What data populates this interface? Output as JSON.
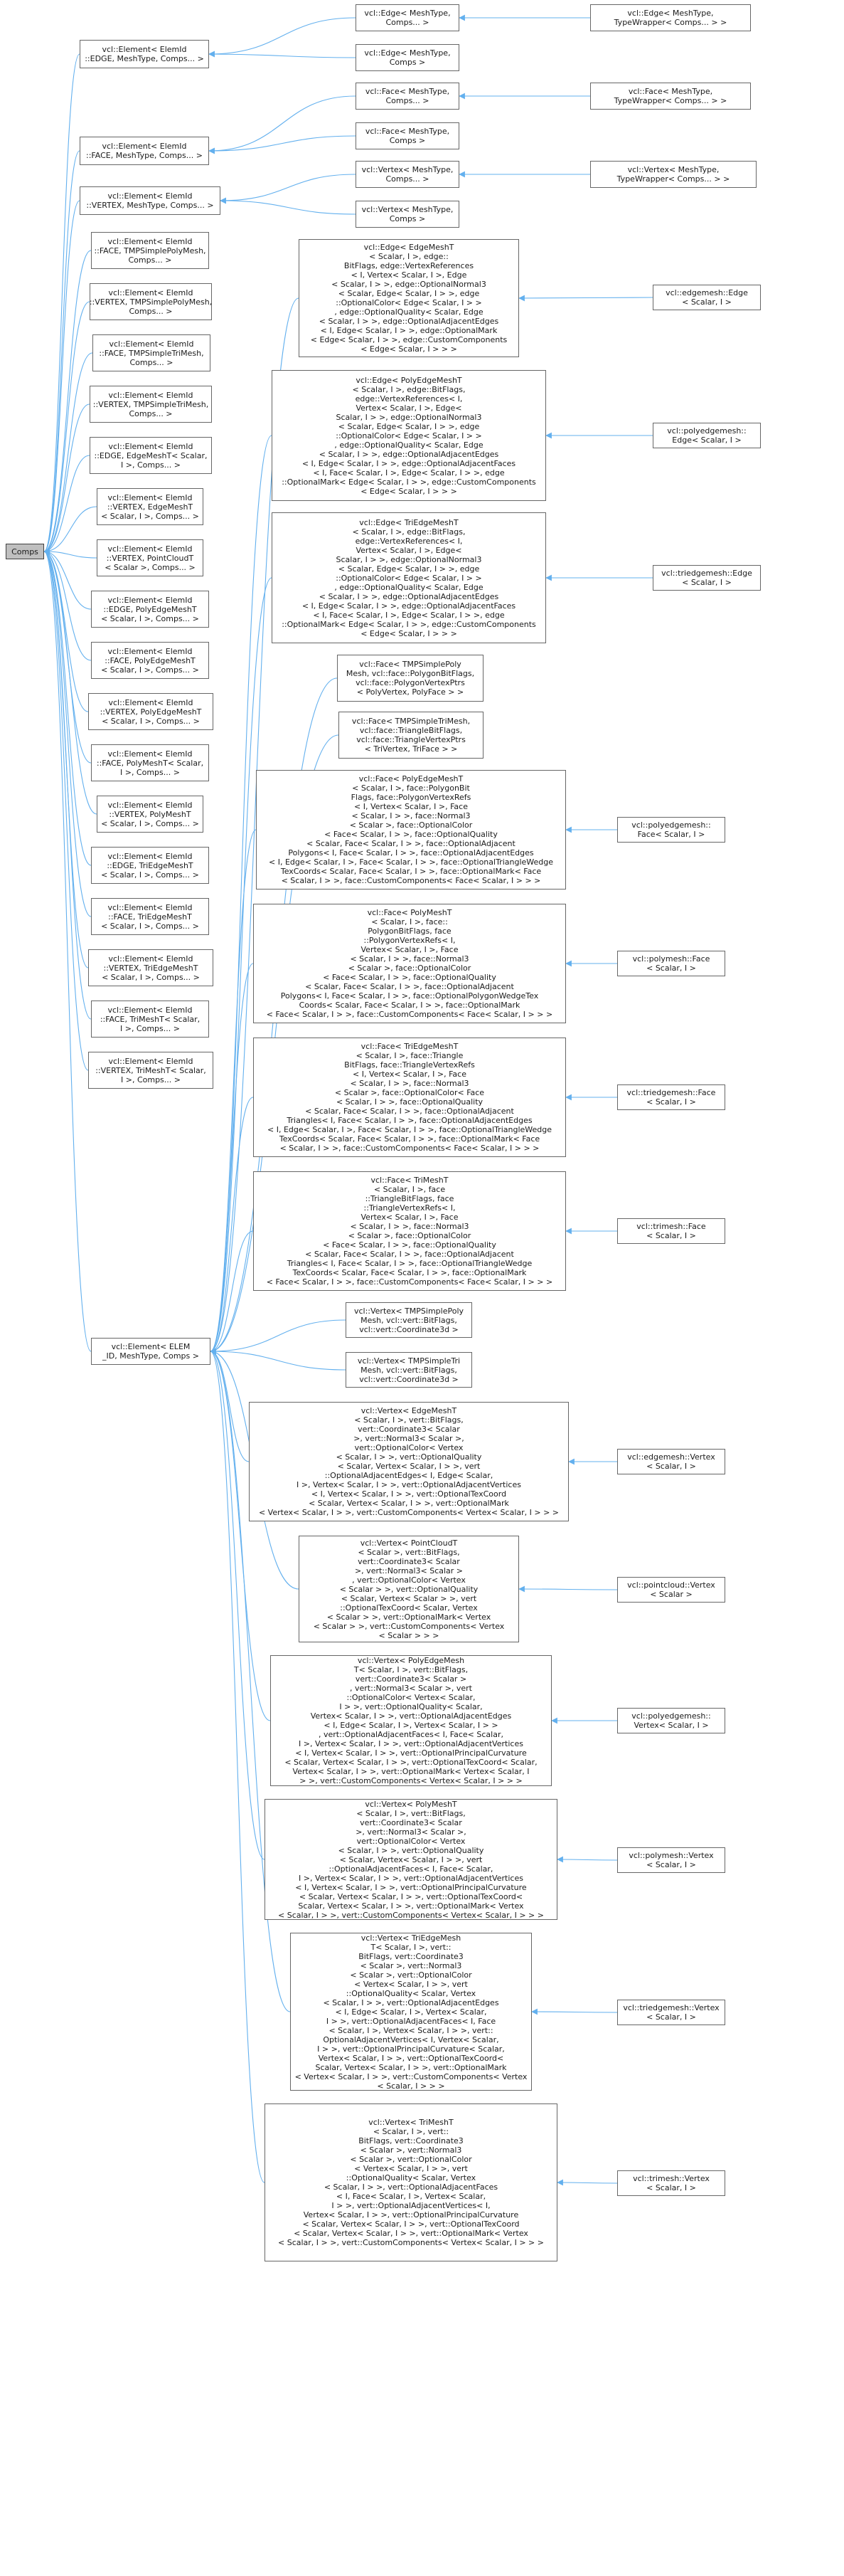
{
  "diagram": {
    "edge_color": "#63b0ee",
    "root_fill": "#bfbfbf",
    "node_border": "#666666",
    "nodes": [
      {
        "id": "comps",
        "label": "Comps"
      },
      {
        "id": "e_edge",
        "label": "vcl::Element< ElemId\n::EDGE, MeshType, Comps... >"
      },
      {
        "id": "e_face",
        "label": "vcl::Element< ElemId\n::FACE, MeshType, Comps... >"
      },
      {
        "id": "e_vertex",
        "label": "vcl::Element< ElemId\n::VERTEX, MeshType, Comps... >"
      },
      {
        "id": "e_face_tmpspm",
        "label": "vcl::Element< ElemId\n::FACE, TMPSimplePolyMesh,\nComps... >"
      },
      {
        "id": "e_vertex_tmpspm",
        "label": "vcl::Element< ElemId\n::VERTEX, TMPSimplePolyMesh,\nComps... >"
      },
      {
        "id": "e_face_tmpstm",
        "label": "vcl::Element< ElemId\n::FACE, TMPSimpleTriMesh,\nComps... >"
      },
      {
        "id": "e_vertex_tmpstm",
        "label": "vcl::Element< ElemId\n::VERTEX, TMPSimpleTriMesh,\nComps... >"
      },
      {
        "id": "e_edge_em",
        "label": "vcl::Element< ElemId\n::EDGE, EdgeMeshT< Scalar,\nI >, Comps... >"
      },
      {
        "id": "e_vertex_em",
        "label": "vcl::Element< ElemId\n::VERTEX, EdgeMeshT\n< Scalar, I >, Comps... >"
      },
      {
        "id": "e_vertex_pc",
        "label": "vcl::Element< ElemId\n::VERTEX, PointCloudT\n< Scalar >, Comps... >"
      },
      {
        "id": "e_edge_pem",
        "label": "vcl::Element< ElemId\n::EDGE, PolyEdgeMeshT\n< Scalar, I >, Comps... >"
      },
      {
        "id": "e_face_pem",
        "label": "vcl::Element< ElemId\n::FACE, PolyEdgeMeshT\n< Scalar, I >, Comps... >"
      },
      {
        "id": "e_vertex_pem",
        "label": "vcl::Element< ElemId\n::VERTEX, PolyEdgeMeshT\n< Scalar, I >, Comps... >"
      },
      {
        "id": "e_face_pm",
        "label": "vcl::Element< ElemId\n::FACE, PolyMeshT< Scalar,\nI >, Comps... >"
      },
      {
        "id": "e_vertex_pm",
        "label": "vcl::Element< ElemId\n::VERTEX, PolyMeshT\n< Scalar, I >, Comps... >"
      },
      {
        "id": "e_edge_tem",
        "label": "vcl::Element< ElemId\n::EDGE, TriEdgeMeshT\n< Scalar, I >, Comps... >"
      },
      {
        "id": "e_face_tem",
        "label": "vcl::Element< ElemId\n::FACE, TriEdgeMeshT\n< Scalar, I >, Comps... >"
      },
      {
        "id": "e_vertex_tem",
        "label": "vcl::Element< ElemId\n::VERTEX, TriEdgeMeshT\n< Scalar, I >, Comps... >"
      },
      {
        "id": "e_face_tm",
        "label": "vcl::Element< ElemId\n::FACE, TriMeshT< Scalar,\nI >, Comps... >"
      },
      {
        "id": "e_vertex_tm",
        "label": "vcl::Element< ElemId\n::VERTEX, TriMeshT< Scalar,\nI >, Comps... >"
      },
      {
        "id": "e_elem",
        "label": "vcl::Element< ELEM\n_ID, MeshType, Comps >"
      },
      {
        "id": "edge_mtc",
        "label": "vcl::Edge< MeshType,\nComps... >"
      },
      {
        "id": "edge_mtc2",
        "label": "vcl::Edge< MeshType,\nComps >"
      },
      {
        "id": "edge_tw",
        "label": "vcl::Edge< MeshType,\nTypeWrapper< Comps... > >"
      },
      {
        "id": "face_mtc",
        "label": "vcl::Face< MeshType,\nComps... >"
      },
      {
        "id": "face_mtc2",
        "label": "vcl::Face< MeshType,\nComps >"
      },
      {
        "id": "face_tw",
        "label": "vcl::Face< MeshType,\nTypeWrapper< Comps... > >"
      },
      {
        "id": "vertex_mtc",
        "label": "vcl::Vertex< MeshType,\nComps... >"
      },
      {
        "id": "vertex_mtc2",
        "label": "vcl::Vertex< MeshType,\nComps >"
      },
      {
        "id": "vertex_tw",
        "label": "vcl::Vertex< MeshType,\nTypeWrapper< Comps... > >"
      },
      {
        "id": "edge_em",
        "label": "vcl::Edge< EdgeMeshT\n< Scalar, I >, edge::\nBitFlags, edge::VertexReferences\n< I, Vertex< Scalar, I >, Edge\n< Scalar, I > >, edge::OptionalNormal3\n< Scalar, Edge< Scalar, I > >, edge\n::OptionalColor< Edge< Scalar, I > >\n, edge::OptionalQuality< Scalar, Edge\n< Scalar, I > >, edge::OptionalAdjacentEdges\n< I, Edge< Scalar, I > >, edge::OptionalMark\n< Edge< Scalar, I > >, edge::CustomComponents\n< Edge< Scalar, I > > >"
      },
      {
        "id": "edgemesh_edge",
        "label": "vcl::edgemesh::Edge\n< Scalar, I >"
      },
      {
        "id": "edge_pem",
        "label": "vcl::Edge< PolyEdgeMeshT\n< Scalar, I >, edge::BitFlags,\nedge::VertexReferences< I,\nVertex< Scalar, I >, Edge<\nScalar, I > >, edge::OptionalNormal3\n< Scalar, Edge< Scalar, I > >, edge\n::OptionalColor< Edge< Scalar, I > >\n, edge::OptionalQuality< Scalar, Edge\n< Scalar, I > >, edge::OptionalAdjacentEdges\n< I, Edge< Scalar, I > >, edge::OptionalAdjacentFaces\n< I, Face< Scalar, I >, Edge< Scalar, I > >, edge\n::OptionalMark< Edge< Scalar, I > >, edge::CustomComponents\n< Edge< Scalar, I > > >"
      },
      {
        "id": "polyedgemesh_edge",
        "label": "vcl::polyedgemesh::\nEdge< Scalar, I >"
      },
      {
        "id": "edge_tem",
        "label": "vcl::Edge< TriEdgeMeshT\n< Scalar, I >, edge::BitFlags,\nedge::VertexReferences< I,\nVertex< Scalar, I >, Edge<\nScalar, I > >, edge::OptionalNormal3\n< Scalar, Edge< Scalar, I > >, edge\n::OptionalColor< Edge< Scalar, I > >\n, edge::OptionalQuality< Scalar, Edge\n< Scalar, I > >, edge::OptionalAdjacentEdges\n< I, Edge< Scalar, I > >, edge::OptionalAdjacentFaces\n< I, Face< Scalar, I >, Edge< Scalar, I > >, edge\n::OptionalMark< Edge< Scalar, I > >, edge::CustomComponents\n< Edge< Scalar, I > > >"
      },
      {
        "id": "triedgemesh_edge",
        "label": "vcl::triedgemesh::Edge\n< Scalar, I >"
      },
      {
        "id": "face_tmpspm",
        "label": "vcl::Face< TMPSimplePoly\nMesh, vcl::face::PolygonBitFlags,\nvcl::face::PolygonVertexPtrs\n< PolyVertex, PolyFace > >"
      },
      {
        "id": "face_tmpstm",
        "label": "vcl::Face< TMPSimpleTriMesh,\nvcl::face::TriangleBitFlags,\nvcl::face::TriangleVertexPtrs\n< TriVertex, TriFace > >"
      },
      {
        "id": "face_pem",
        "label": "vcl::Face< PolyEdgeMeshT\n< Scalar, I >, face::PolygonBit\nFlags, face::PolygonVertexRefs\n< I, Vertex< Scalar, I >, Face\n< Scalar, I > >, face::Normal3\n< Scalar >, face::OptionalColor\n< Face< Scalar, I > >, face::OptionalQuality\n< Scalar, Face< Scalar, I > >, face::OptionalAdjacent\nPolygons< I, Face< Scalar, I > >, face::OptionalAdjacentEdges\n< I, Edge< Scalar, I >, Face< Scalar, I > >, face::OptionalTriangleWedge\nTexCoords< Scalar, Face< Scalar, I > >, face::OptionalMark< Face\n< Scalar, I > >, face::CustomComponents< Face< Scalar, I > > >"
      },
      {
        "id": "polyedgemesh_face",
        "label": "vcl::polyedgemesh::\nFace< Scalar, I >"
      },
      {
        "id": "face_pm",
        "label": "vcl::Face< PolyMeshT\n< Scalar, I >, face::\nPolygonBitFlags, face\n::PolygonVertexRefs< I,\nVertex< Scalar, I >, Face\n< Scalar, I > >, face::Normal3\n< Scalar >, face::OptionalColor\n< Face< Scalar, I > >, face::OptionalQuality\n< Scalar, Face< Scalar, I > >, face::OptionalAdjacent\nPolygons< I, Face< Scalar, I > >, face::OptionalPolygonWedgeTex\nCoords< Scalar, Face< Scalar, I > >, face::OptionalMark\n< Face< Scalar, I > >, face::CustomComponents< Face< Scalar, I > > >"
      },
      {
        "id": "polymesh_face",
        "label": "vcl::polymesh::Face\n< Scalar, I >"
      },
      {
        "id": "face_tem",
        "label": "vcl::Face< TriEdgeMeshT\n< Scalar, I >, face::Triangle\nBitFlags, face::TriangleVertexRefs\n< I, Vertex< Scalar, I >, Face\n< Scalar, I > >, face::Normal3\n< Scalar >, face::OptionalColor< Face\n< Scalar, I > >, face::OptionalQuality\n< Scalar, Face< Scalar, I > >, face::OptionalAdjacent\nTriangles< I, Face< Scalar, I > >, face::OptionalAdjacentEdges\n< I, Edge< Scalar, I >, Face< Scalar, I > >, face::OptionalTriangleWedge\nTexCoords< Scalar, Face< Scalar, I > >, face::OptionalMark< Face\n< Scalar, I > >, face::CustomComponents< Face< Scalar, I > > >"
      },
      {
        "id": "triedgemesh_face",
        "label": "vcl::triedgemesh::Face\n< Scalar, I >"
      },
      {
        "id": "face_tm",
        "label": "vcl::Face< TriMeshT\n< Scalar, I >, face\n::TriangleBitFlags, face\n::TriangleVertexRefs< I,\nVertex< Scalar, I >, Face\n< Scalar, I > >, face::Normal3\n< Scalar >, face::OptionalColor\n< Face< Scalar, I > >, face::OptionalQuality\n< Scalar, Face< Scalar, I > >, face::OptionalAdjacent\nTriangles< I, Face< Scalar, I > >, face::OptionalTriangleWedge\nTexCoords< Scalar, Face< Scalar, I > >, face::OptionalMark\n< Face< Scalar, I > >, face::CustomComponents< Face< Scalar, I > > >"
      },
      {
        "id": "trimesh_face",
        "label": "vcl::trimesh::Face\n< Scalar, I >"
      },
      {
        "id": "vertex_tmpspm",
        "label": "vcl::Vertex< TMPSimplePoly\nMesh, vcl::vert::BitFlags,\nvcl::vert::Coordinate3d >"
      },
      {
        "id": "vertex_tmpstm",
        "label": "vcl::Vertex< TMPSimpleTri\nMesh, vcl::vert::BitFlags,\nvcl::vert::Coordinate3d >"
      },
      {
        "id": "vertex_em",
        "label": "vcl::Vertex< EdgeMeshT\n< Scalar, I >, vert::BitFlags,\nvert::Coordinate3< Scalar\n>, vert::Normal3< Scalar >,\nvert::OptionalColor< Vertex\n< Scalar, I > >, vert::OptionalQuality\n< Scalar, Vertex< Scalar, I > >, vert\n::OptionalAdjacentEdges< I, Edge< Scalar,\nI >, Vertex< Scalar, I > >, vert::OptionalAdjacentVertices\n< I, Vertex< Scalar, I > >, vert::OptionalTexCoord\n< Scalar, Vertex< Scalar, I > >, vert::OptionalMark\n< Vertex< Scalar, I > >, vert::CustomComponents< Vertex< Scalar, I > > >"
      },
      {
        "id": "edgemesh_vertex",
        "label": "vcl::edgemesh::Vertex\n< Scalar, I >"
      },
      {
        "id": "vertex_pc",
        "label": "vcl::Vertex< PointCloudT\n< Scalar >, vert::BitFlags,\nvert::Coordinate3< Scalar\n>, vert::Normal3< Scalar >\n, vert::OptionalColor< Vertex\n< Scalar > >, vert::OptionalQuality\n< Scalar, Vertex< Scalar > >, vert\n::OptionalTexCoord< Scalar, Vertex\n< Scalar > >, vert::OptionalMark< Vertex\n< Scalar > >, vert::CustomComponents< Vertex\n< Scalar > > >"
      },
      {
        "id": "pointcloud_vertex",
        "label": "vcl::pointcloud::Vertex\n< Scalar >"
      },
      {
        "id": "vertex_pem",
        "label": "vcl::Vertex< PolyEdgeMesh\nT< Scalar, I >, vert::BitFlags,\nvert::Coordinate3< Scalar >\n, vert::Normal3< Scalar >, vert\n::OptionalColor< Vertex< Scalar,\nI > >, vert::OptionalQuality< Scalar,\nVertex< Scalar, I > >, vert::OptionalAdjacentEdges\n< I, Edge< Scalar, I >, Vertex< Scalar, I > >\n, vert::OptionalAdjacentFaces< I, Face< Scalar,\nI >, Vertex< Scalar, I > >, vert::OptionalAdjacentVertices\n< I, Vertex< Scalar, I > >, vert::OptionalPrincipalCurvature\n< Scalar, Vertex< Scalar, I > >, vert::OptionalTexCoord< Scalar,\nVertex< Scalar, I > >, vert::OptionalMark< Vertex< Scalar, I\n> >, vert::CustomComponents< Vertex< Scalar, I > > >"
      },
      {
        "id": "polyedgemesh_vertex",
        "label": "vcl::polyedgemesh::\nVertex< Scalar, I >"
      },
      {
        "id": "vertex_pm",
        "label": "vcl::Vertex< PolyMeshT\n< Scalar, I >, vert::BitFlags,\nvert::Coordinate3< Scalar\n>, vert::Normal3< Scalar >,\nvert::OptionalColor< Vertex\n< Scalar, I > >, vert::OptionalQuality\n< Scalar, Vertex< Scalar, I > >, vert\n::OptionalAdjacentFaces< I, Face< Scalar,\nI >, Vertex< Scalar, I > >, vert::OptionalAdjacentVertices\n< I, Vertex< Scalar, I > >, vert::OptionalPrincipalCurvature\n< Scalar, Vertex< Scalar, I > >, vert::OptionalTexCoord<\nScalar, Vertex< Scalar, I > >, vert::OptionalMark< Vertex\n< Scalar, I > >, vert::CustomComponents< Vertex< Scalar, I > > >"
      },
      {
        "id": "polymesh_vertex",
        "label": "vcl::polymesh::Vertex\n< Scalar, I >"
      },
      {
        "id": "vertex_tem",
        "label": "vcl::Vertex< TriEdgeMesh\nT< Scalar, I >, vert::\nBitFlags, vert::Coordinate3\n< Scalar >, vert::Normal3\n< Scalar >, vert::OptionalColor\n< Vertex< Scalar, I > >, vert\n::OptionalQuality< Scalar, Vertex\n< Scalar, I > >, vert::OptionalAdjacentEdges\n< I, Edge< Scalar, I >, Vertex< Scalar,\nI > >, vert::OptionalAdjacentFaces< I, Face\n< Scalar, I >, Vertex< Scalar, I > >, vert::\nOptionalAdjacentVertices< I, Vertex< Scalar,\nI > >, vert::OptionalPrincipalCurvature< Scalar,\nVertex< Scalar, I > >, vert::OptionalTexCoord<\nScalar, Vertex< Scalar, I > >, vert::OptionalMark\n< Vertex< Scalar, I > >, vert::CustomComponents< Vertex\n< Scalar, I > > >"
      },
      {
        "id": "triedgemesh_vertex",
        "label": "vcl::triedgemesh::Vertex\n< Scalar, I >"
      },
      {
        "id": "vertex_tm",
        "label": "vcl::Vertex< TriMeshT\n< Scalar, I >, vert::\nBitFlags, vert::Coordinate3\n< Scalar >, vert::Normal3\n< Scalar >, vert::OptionalColor\n< Vertex< Scalar, I > >, vert\n::OptionalQuality< Scalar, Vertex\n< Scalar, I > >, vert::OptionalAdjacentFaces\n< I, Face< Scalar, I >, Vertex< Scalar,\nI > >, vert::OptionalAdjacentVertices< I,\nVertex< Scalar, I > >, vert::OptionalPrincipalCurvature\n< Scalar, Vertex< Scalar, I > >, vert::OptionalTexCoord\n< Scalar, Vertex< Scalar, I > >, vert::OptionalMark< Vertex\n< Scalar, I > >, vert::CustomComponents< Vertex< Scalar, I > > >"
      },
      {
        "id": "trimesh_vertex",
        "label": "vcl::trimesh::Vertex\n< Scalar, I >"
      }
    ],
    "edges": [
      [
        "comps",
        "e_edge"
      ],
      [
        "comps",
        "e_face"
      ],
      [
        "comps",
        "e_vertex"
      ],
      [
        "comps",
        "e_face_tmpspm"
      ],
      [
        "comps",
        "e_vertex_tmpspm"
      ],
      [
        "comps",
        "e_face_tmpstm"
      ],
      [
        "comps",
        "e_vertex_tmpstm"
      ],
      [
        "comps",
        "e_edge_em"
      ],
      [
        "comps",
        "e_vertex_em"
      ],
      [
        "comps",
        "e_vertex_pc"
      ],
      [
        "comps",
        "e_edge_pem"
      ],
      [
        "comps",
        "e_face_pem"
      ],
      [
        "comps",
        "e_vertex_pem"
      ],
      [
        "comps",
        "e_face_pm"
      ],
      [
        "comps",
        "e_vertex_pm"
      ],
      [
        "comps",
        "e_edge_tem"
      ],
      [
        "comps",
        "e_face_tem"
      ],
      [
        "comps",
        "e_vertex_tem"
      ],
      [
        "comps",
        "e_face_tm"
      ],
      [
        "comps",
        "e_vertex_tm"
      ],
      [
        "comps",
        "e_elem"
      ],
      [
        "e_edge",
        "edge_mtc"
      ],
      [
        "e_edge",
        "edge_mtc2"
      ],
      [
        "edge_mtc",
        "edge_tw"
      ],
      [
        "e_face",
        "face_mtc"
      ],
      [
        "e_face",
        "face_mtc2"
      ],
      [
        "face_mtc",
        "face_tw"
      ],
      [
        "e_vertex",
        "vertex_mtc"
      ],
      [
        "e_vertex",
        "vertex_mtc2"
      ],
      [
        "vertex_mtc",
        "vertex_tw"
      ],
      [
        "e_elem",
        "edge_em"
      ],
      [
        "e_elem",
        "edge_pem"
      ],
      [
        "e_elem",
        "edge_tem"
      ],
      [
        "e_elem",
        "face_tmpspm"
      ],
      [
        "e_elem",
        "face_tmpstm"
      ],
      [
        "e_elem",
        "face_pem"
      ],
      [
        "e_elem",
        "face_pm"
      ],
      [
        "e_elem",
        "face_tem"
      ],
      [
        "e_elem",
        "face_tm"
      ],
      [
        "e_elem",
        "vertex_tmpspm"
      ],
      [
        "e_elem",
        "vertex_tmpstm"
      ],
      [
        "e_elem",
        "vertex_em"
      ],
      [
        "e_elem",
        "vertex_pc"
      ],
      [
        "e_elem",
        "vertex_pem"
      ],
      [
        "e_elem",
        "vertex_pm"
      ],
      [
        "e_elem",
        "vertex_tem"
      ],
      [
        "e_elem",
        "vertex_tm"
      ],
      [
        "edge_em",
        "edgemesh_edge"
      ],
      [
        "edge_pem",
        "polyedgemesh_edge"
      ],
      [
        "edge_tem",
        "triedgemesh_edge"
      ],
      [
        "face_pem",
        "polyedgemesh_face"
      ],
      [
        "face_pm",
        "polymesh_face"
      ],
      [
        "face_tem",
        "triedgemesh_face"
      ],
      [
        "face_tm",
        "trimesh_face"
      ],
      [
        "vertex_em",
        "edgemesh_vertex"
      ],
      [
        "vertex_pc",
        "pointcloud_vertex"
      ],
      [
        "vertex_pem",
        "polyedgemesh_vertex"
      ],
      [
        "vertex_pm",
        "polymesh_vertex"
      ],
      [
        "vertex_tem",
        "triedgemesh_vertex"
      ],
      [
        "vertex_tm",
        "trimesh_vertex"
      ]
    ]
  }
}
